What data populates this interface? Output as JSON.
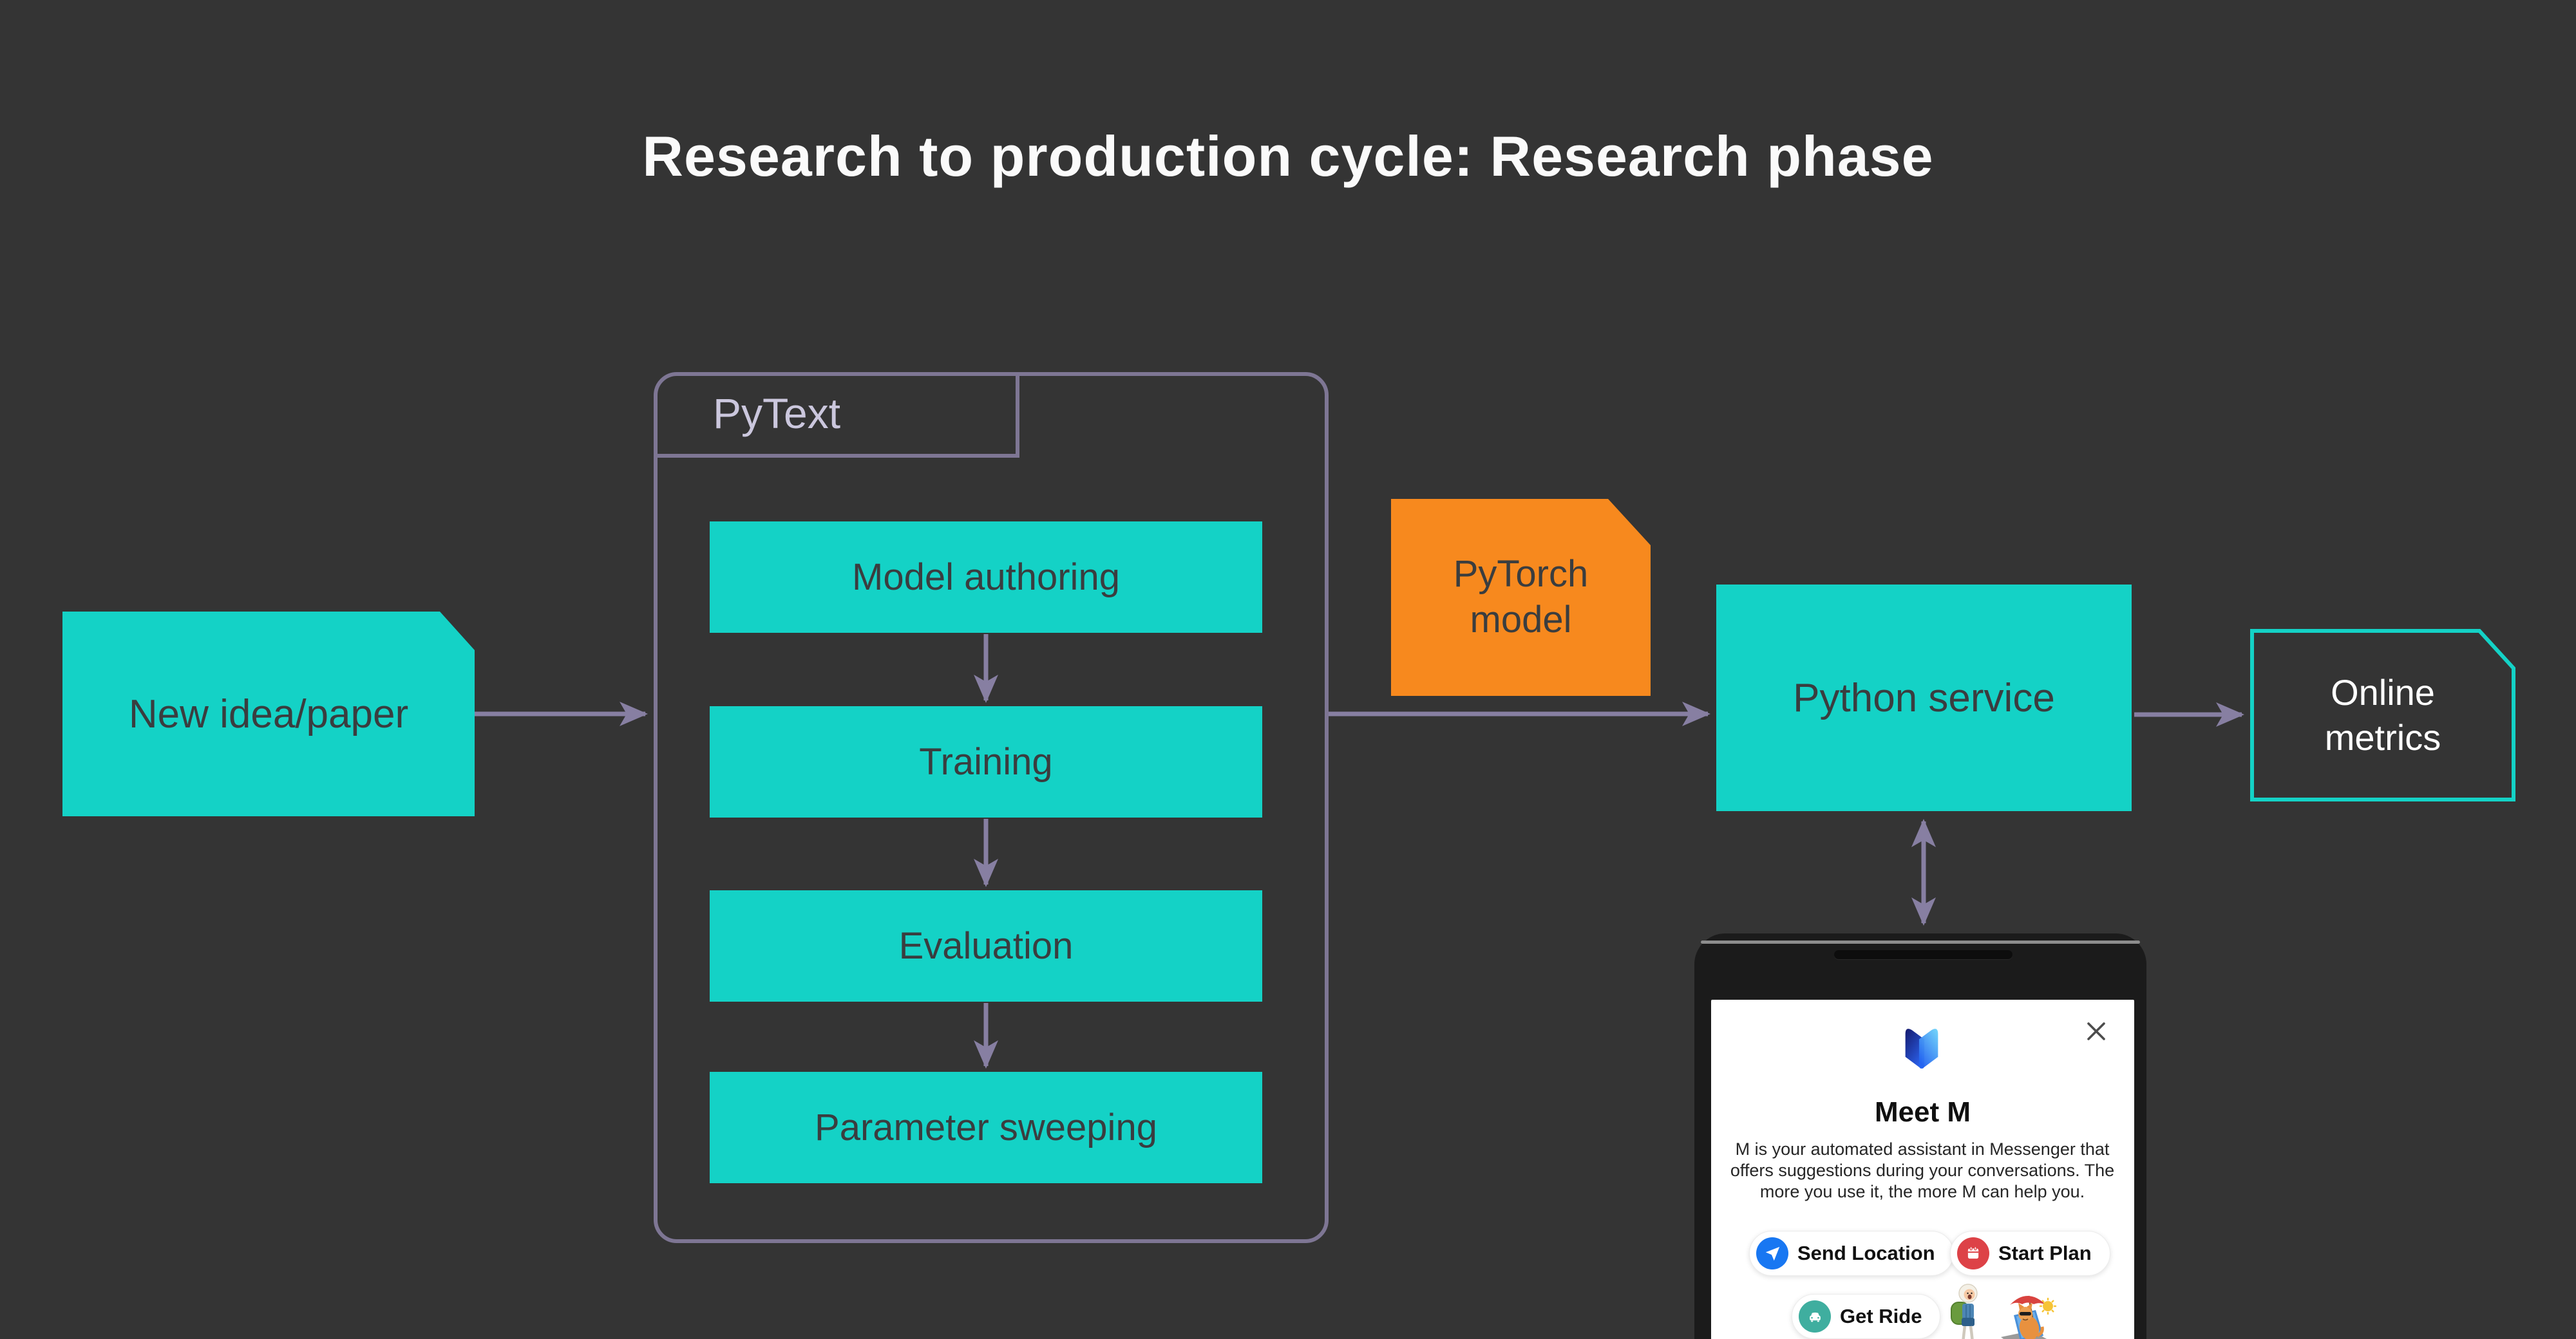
{
  "title": "Research to production cycle: Research phase",
  "colors": {
    "background": "#343434",
    "teal_fill": "#14d2c6",
    "orange_fill": "#f7891e",
    "node_text": "#3a3d3f",
    "arrow": "#877fa2",
    "group_border": "#7e7694",
    "group_label_text": "#cbc7dd",
    "title_text": "#fafafa",
    "metrics_text": "#ffffff",
    "pill_icon_blue": "#1877f2",
    "pill_icon_red": "#dd4247",
    "pill_icon_teal": "#3fae9f"
  },
  "nodes": {
    "new_idea": {
      "label": "New idea/paper"
    },
    "pytext": {
      "label": "PyText",
      "steps": [
        "Model authoring",
        "Training",
        "Evaluation",
        "Parameter sweeping"
      ]
    },
    "pytorch_model": {
      "label": "PyTorch model"
    },
    "python_service": {
      "label": "Python service"
    },
    "online_metrics": {
      "label": "Online metrics"
    }
  },
  "phone": {
    "close_glyph": "",
    "heading": "Meet M",
    "description_lines": [
      "M is your automated assistant in Messenger that",
      "offers suggestions during your conversations. The",
      "more you use it, the more M can help you."
    ],
    "quick_replies": [
      "Send Location",
      "Start Plan",
      "Get Ride"
    ],
    "icons": [
      "messenger-m-logo",
      "close-icon",
      "send-location-icon",
      "calendar-icon",
      "car-icon"
    ],
    "stickers": [
      "finn-adventure-sticker",
      "beach-cat-sticker"
    ]
  }
}
